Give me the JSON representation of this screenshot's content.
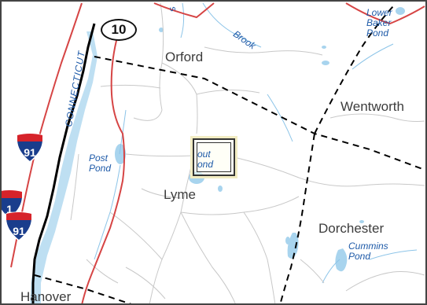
{
  "map": {
    "route_shield": {
      "label": "10"
    },
    "interstate_shields": [
      {
        "label": "91"
      },
      {
        "label": "1"
      },
      {
        "label": "91"
      }
    ],
    "towns": [
      {
        "name": "Orford"
      },
      {
        "name": "Wentworth"
      },
      {
        "name": "Lyme"
      },
      {
        "name": "Dorchester"
      },
      {
        "name": "Hanover"
      }
    ],
    "water_labels": [
      {
        "lines": [
          "Lower",
          "Baker",
          "Pond"
        ]
      },
      {
        "lines": [
          "Post",
          "Pond"
        ]
      },
      {
        "lines": [
          "out",
          "ond"
        ]
      },
      {
        "lines": [
          "Cummins",
          "Pond"
        ]
      }
    ],
    "river_labels": [
      {
        "name": "CONNECTICUT"
      },
      {
        "name": "Brook"
      },
      {
        "name": "s"
      }
    ],
    "colors": {
      "state_route": "#d64545",
      "interstate": "#1a3d8c",
      "interstate_banner": "#d6232a",
      "boundary": "#000000",
      "water": "#a8d4ee",
      "water_text": "#1e5aa8",
      "local_road": "#c8c8c8",
      "state_line": "#000000"
    }
  }
}
